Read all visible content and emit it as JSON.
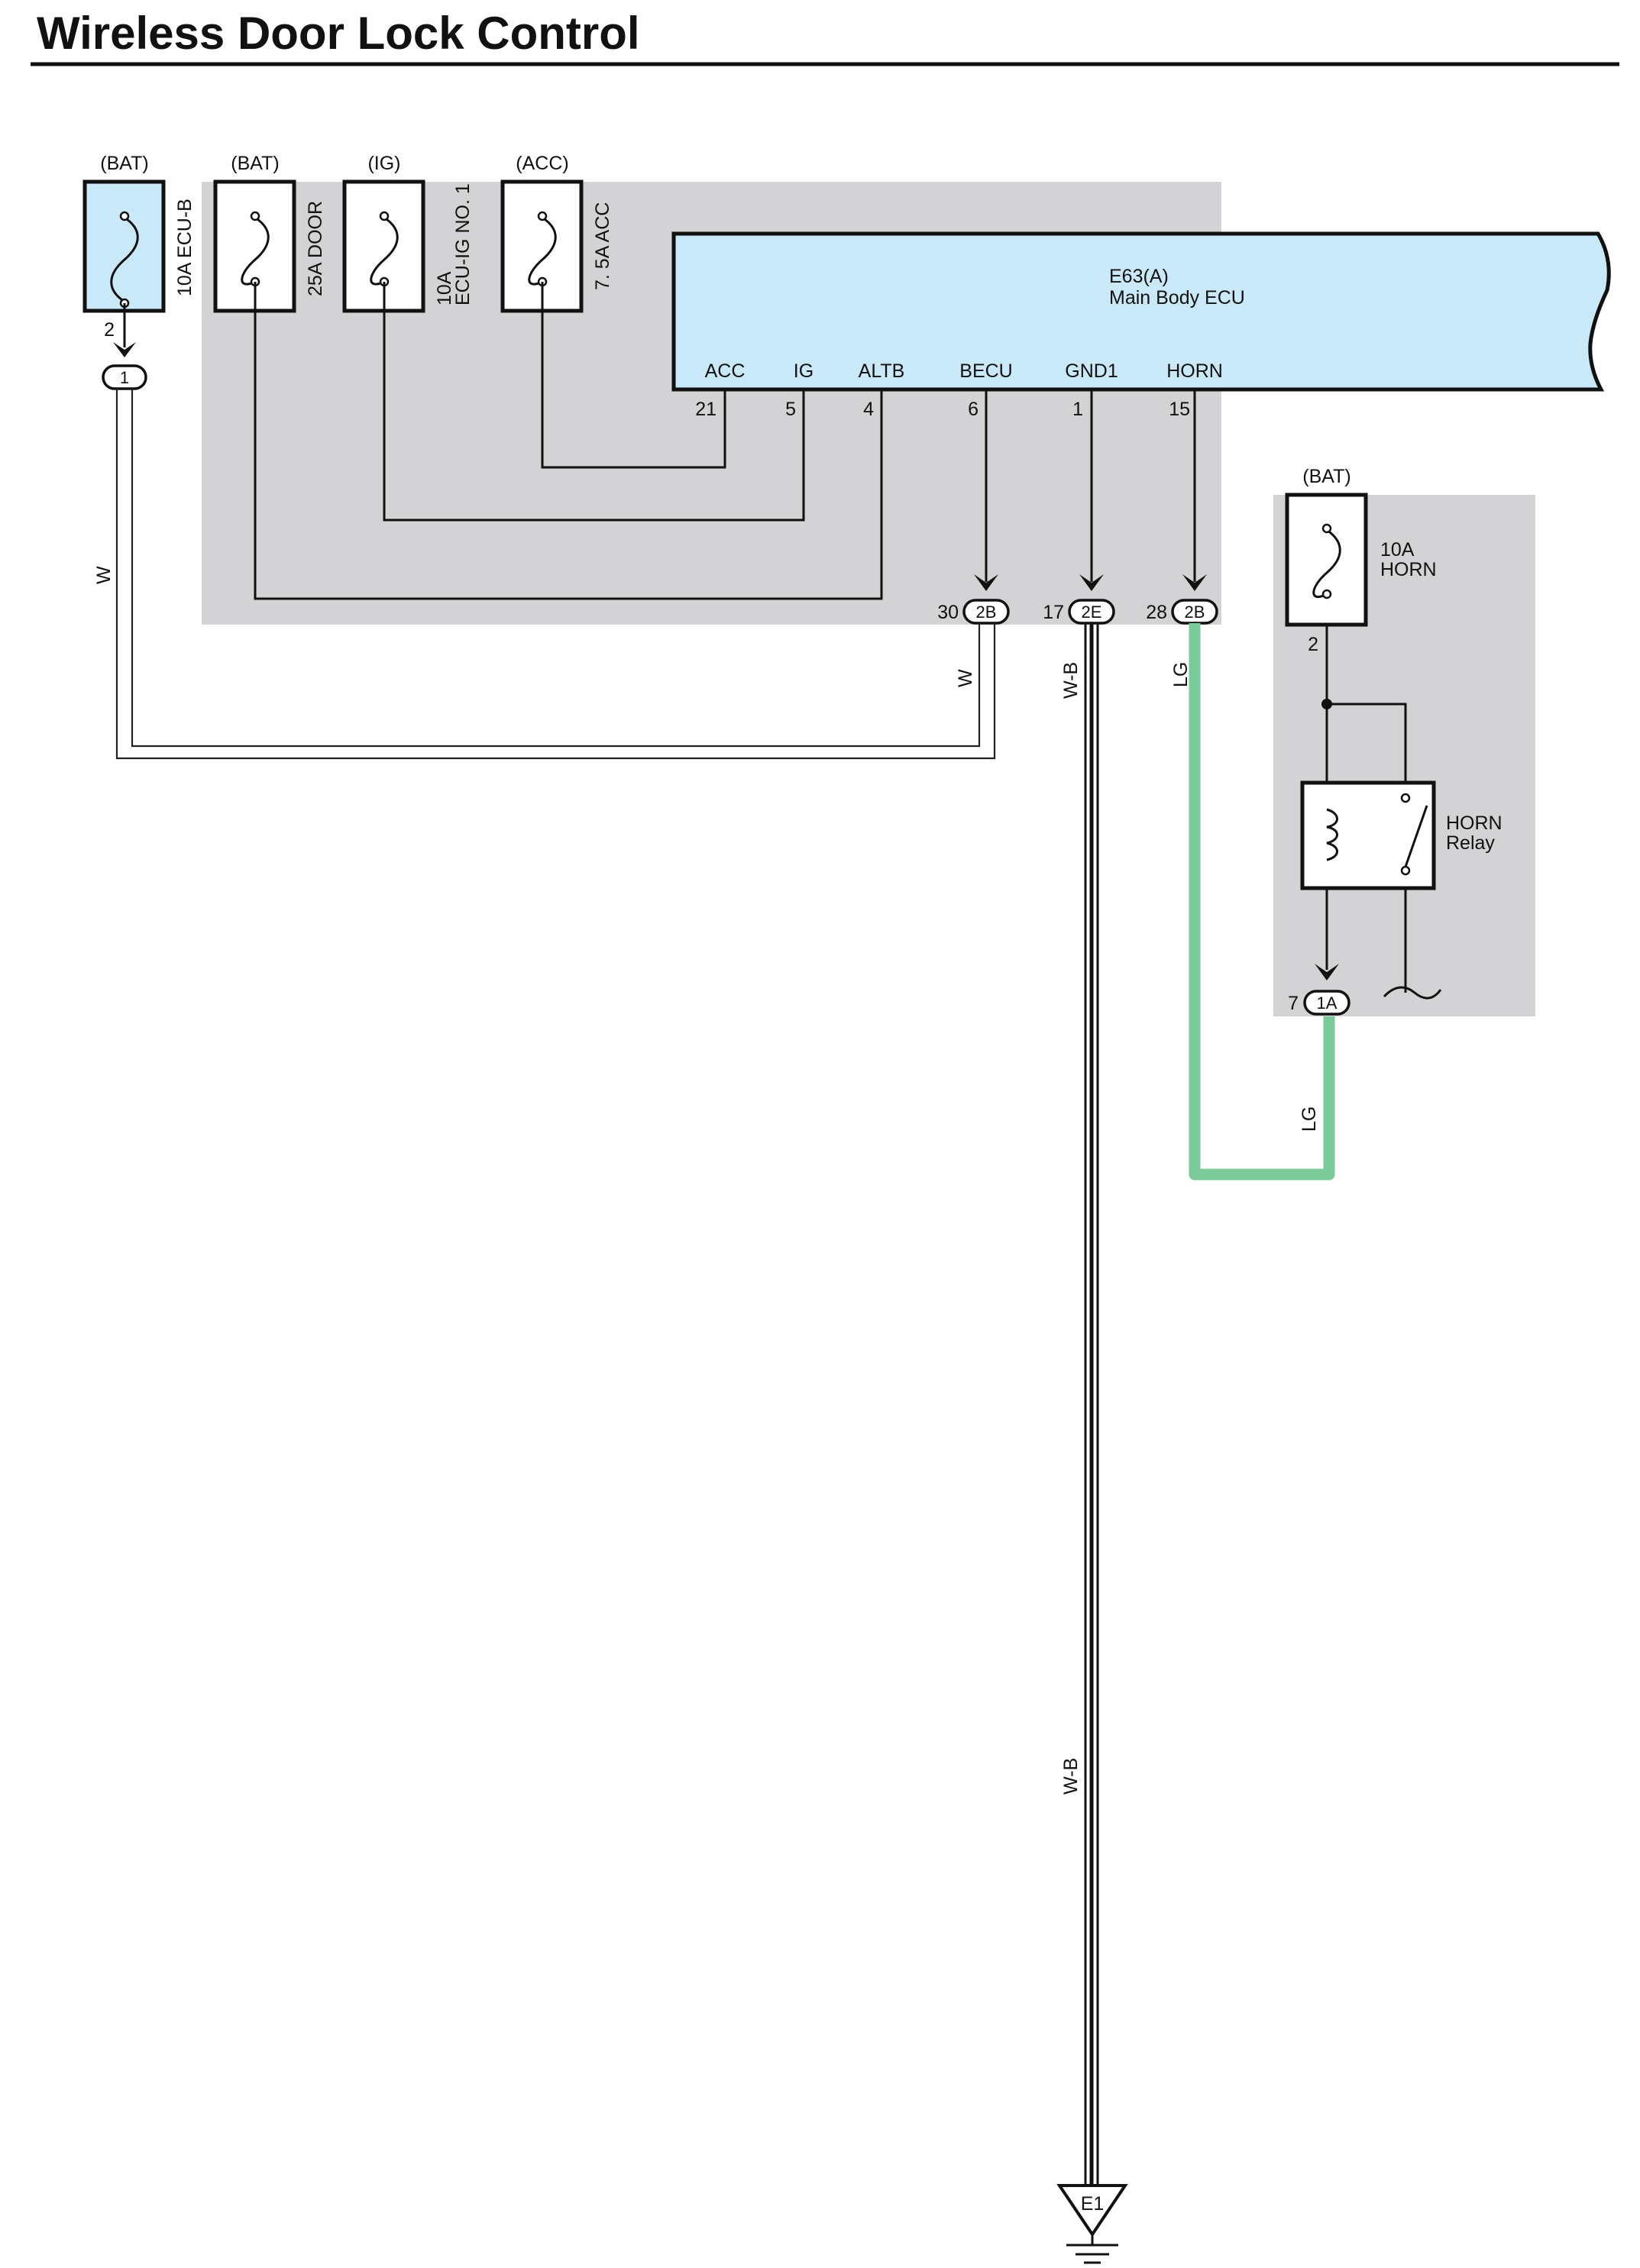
{
  "title": "Wireless Door Lock Control",
  "fuses": [
    {
      "source": "(BAT)",
      "label": "10A ECU-B",
      "pin": "2",
      "connector": "1"
    },
    {
      "source": "(BAT)",
      "label": "25A DOOR"
    },
    {
      "source": "(IG)",
      "label_line1": "10A",
      "label_line2": "ECU-IG NO. 1"
    },
    {
      "source": "(ACC)",
      "label": "7. 5A ACC"
    }
  ],
  "ecu": {
    "id": "E63(A)",
    "name": "Main Body ECU",
    "terminals": [
      {
        "name": "ACC",
        "pin": "21"
      },
      {
        "name": "IG",
        "pin": "5"
      },
      {
        "name": "ALTB",
        "pin": "4"
      },
      {
        "name": "BECU",
        "pin": "6"
      },
      {
        "name": "GND1",
        "pin": "1"
      },
      {
        "name": "HORN",
        "pin": "15"
      }
    ]
  },
  "junctions": [
    {
      "pin": "30",
      "connector": "2B"
    },
    {
      "pin": "17",
      "connector": "2E"
    },
    {
      "pin": "28",
      "connector": "2B"
    }
  ],
  "wires": {
    "w_left": "W",
    "w_right": "W",
    "wb_top": "W-B",
    "wb_bottom": "W-B",
    "lg_top": "LG",
    "lg_bottom": "LG"
  },
  "horn": {
    "source": "(BAT)",
    "fuse_line1": "10A",
    "fuse_line2": "HORN",
    "fuse_pin": "2",
    "relay_line1": "HORN",
    "relay_line2": "Relay",
    "connector_pin": "7",
    "connector": "1A"
  },
  "ground": "E1",
  "colors": {
    "gray_region": "#d3d3d5",
    "ecu_fill": "#c9e8f8",
    "lg_wire": "#7cc99a",
    "w_wire": "#ffffff"
  }
}
